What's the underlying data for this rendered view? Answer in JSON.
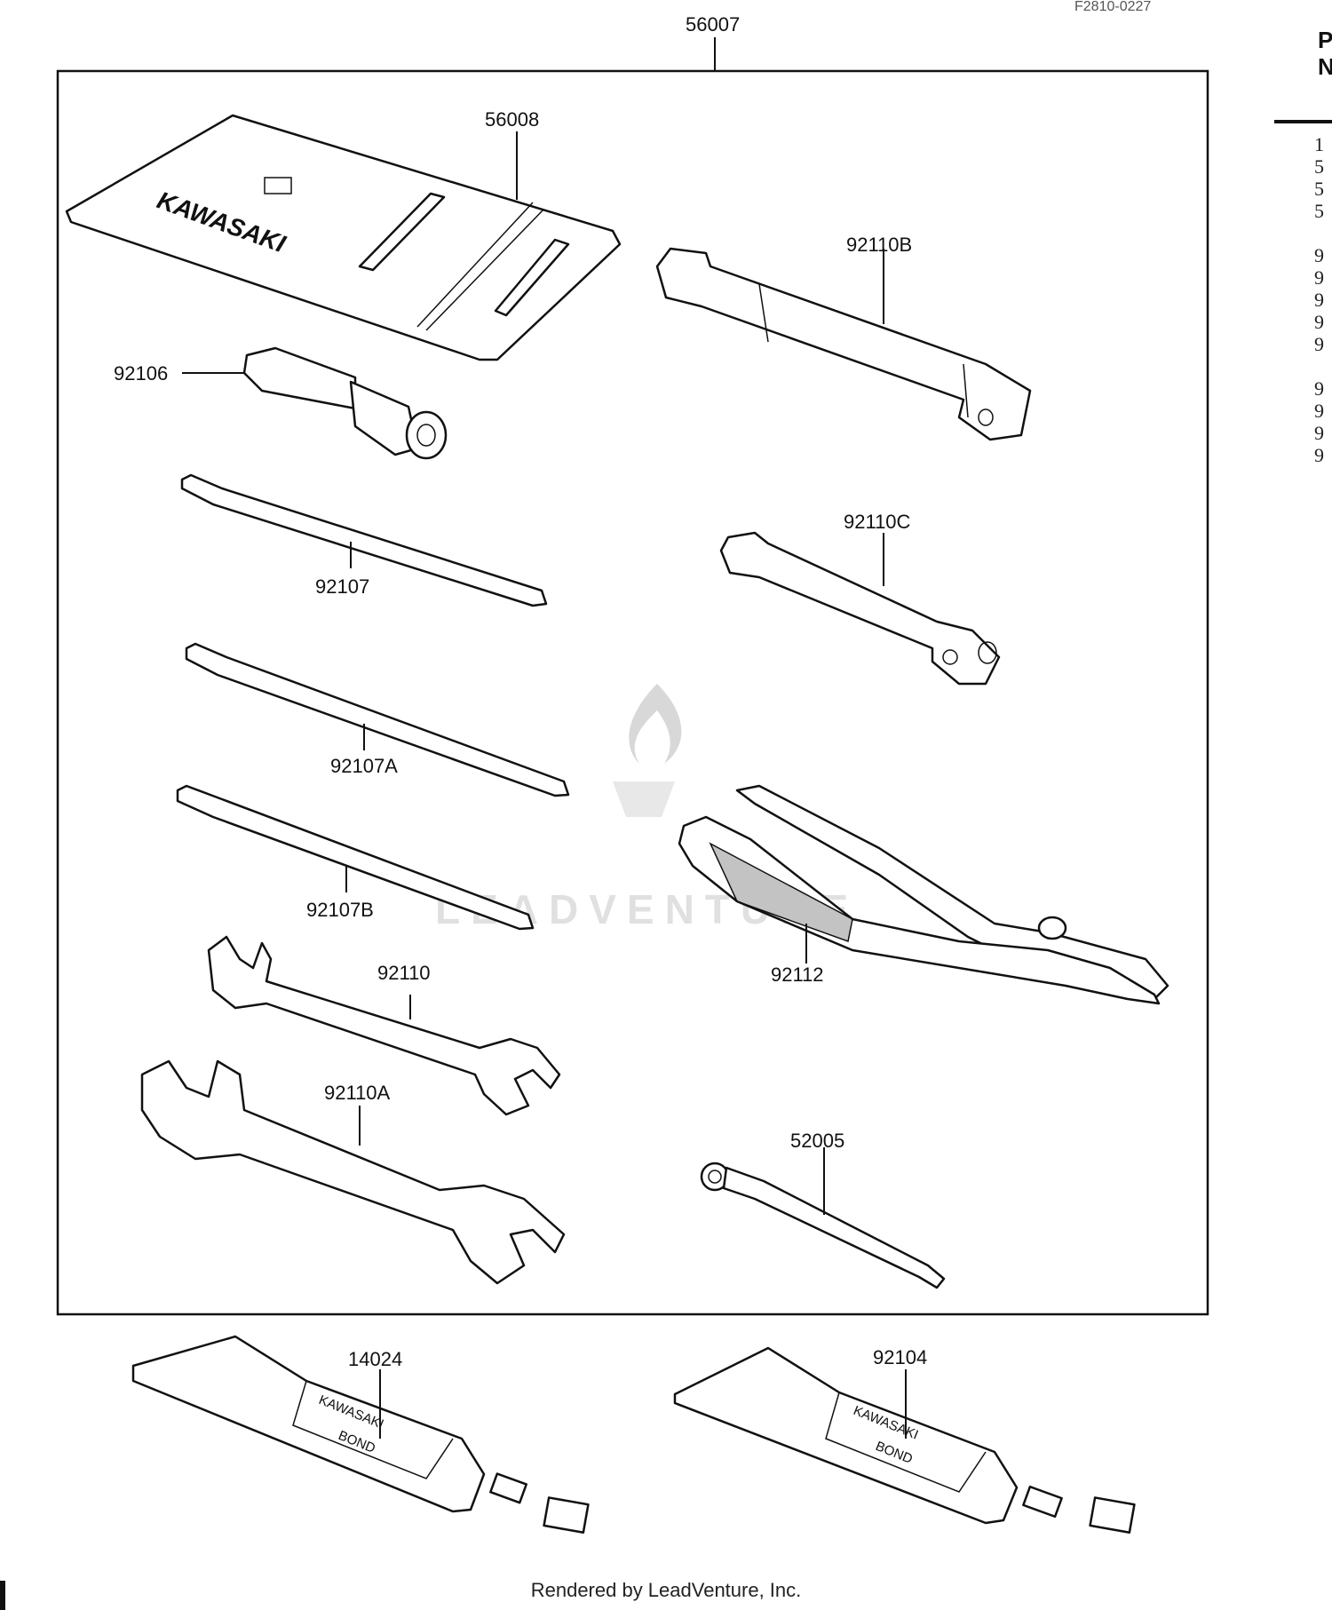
{
  "diagram_code": "F2810-0227",
  "brand_text": "KAWASAKI",
  "tube_label": {
    "line1": "KAWASAKI",
    "line2": "BOND"
  },
  "parts": {
    "tool_set": "56007",
    "tool_bag": "56008",
    "driver_handle": "92106",
    "screwdriver_1": "92107",
    "screwdriver_2": "92107A",
    "screwdriver_3": "92107B",
    "wrench_small": "92110",
    "wrench_large": "92110A",
    "box_wrench_long": "92110B",
    "box_wrench_short": "92110C",
    "pliers": "92112",
    "gauge": "52005",
    "bond_tube_1": "14024",
    "bond_tube_2": "92104"
  },
  "side_panel": {
    "header": [
      "P",
      "N"
    ],
    "column_chars": [
      "1",
      "5",
      "5",
      "5",
      "",
      "9",
      "9",
      "9",
      "9",
      "9",
      "",
      "9",
      "9",
      "9",
      "9"
    ]
  },
  "watermark": "LEADVENTURE",
  "footer": "Rendered by LeadVenture, Inc."
}
